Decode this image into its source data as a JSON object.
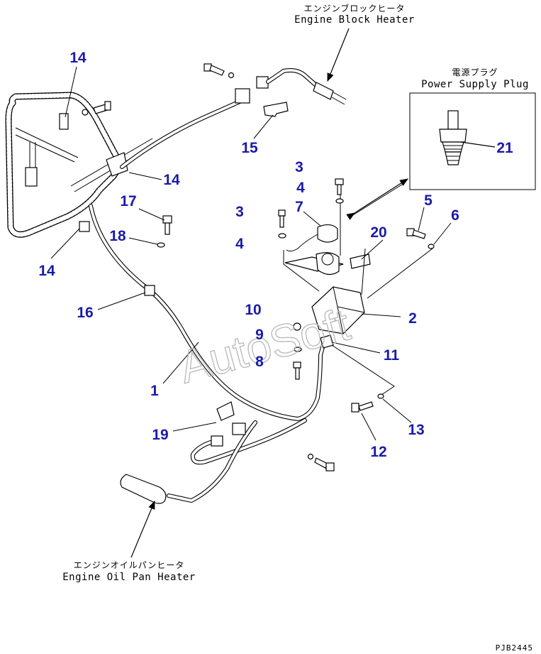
{
  "labels": {
    "block_heater_jp": "エンジンブロックヒータ",
    "block_heater_en": "Engine Block Heater",
    "power_plug_jp": "電源プラグ",
    "power_plug_en": "Power Supply Plug",
    "oil_pan_jp": "エンジンオイルパンヒータ",
    "oil_pan_en": "Engine Oil Pan Heater",
    "drawing_code": "PJB2445",
    "watermark": "AutoSoft"
  },
  "callouts": {
    "c1": "1",
    "c2": "2",
    "c3a": "3",
    "c3b": "3",
    "c4a": "4",
    "c4b": "4",
    "c5": "5",
    "c6": "6",
    "c7": "7",
    "c8": "8",
    "c9": "9",
    "c10": "10",
    "c11": "11",
    "c12": "12",
    "c13": "13",
    "c14a": "14",
    "c14b": "14",
    "c14c": "14",
    "c15": "15",
    "c16": "16",
    "c17": "17",
    "c18": "18",
    "c19": "19",
    "c20": "20",
    "c21": "21"
  },
  "colors": {
    "callout": "#1a1aa8",
    "line": "#000000",
    "watermark": "#b8b8b8"
  }
}
